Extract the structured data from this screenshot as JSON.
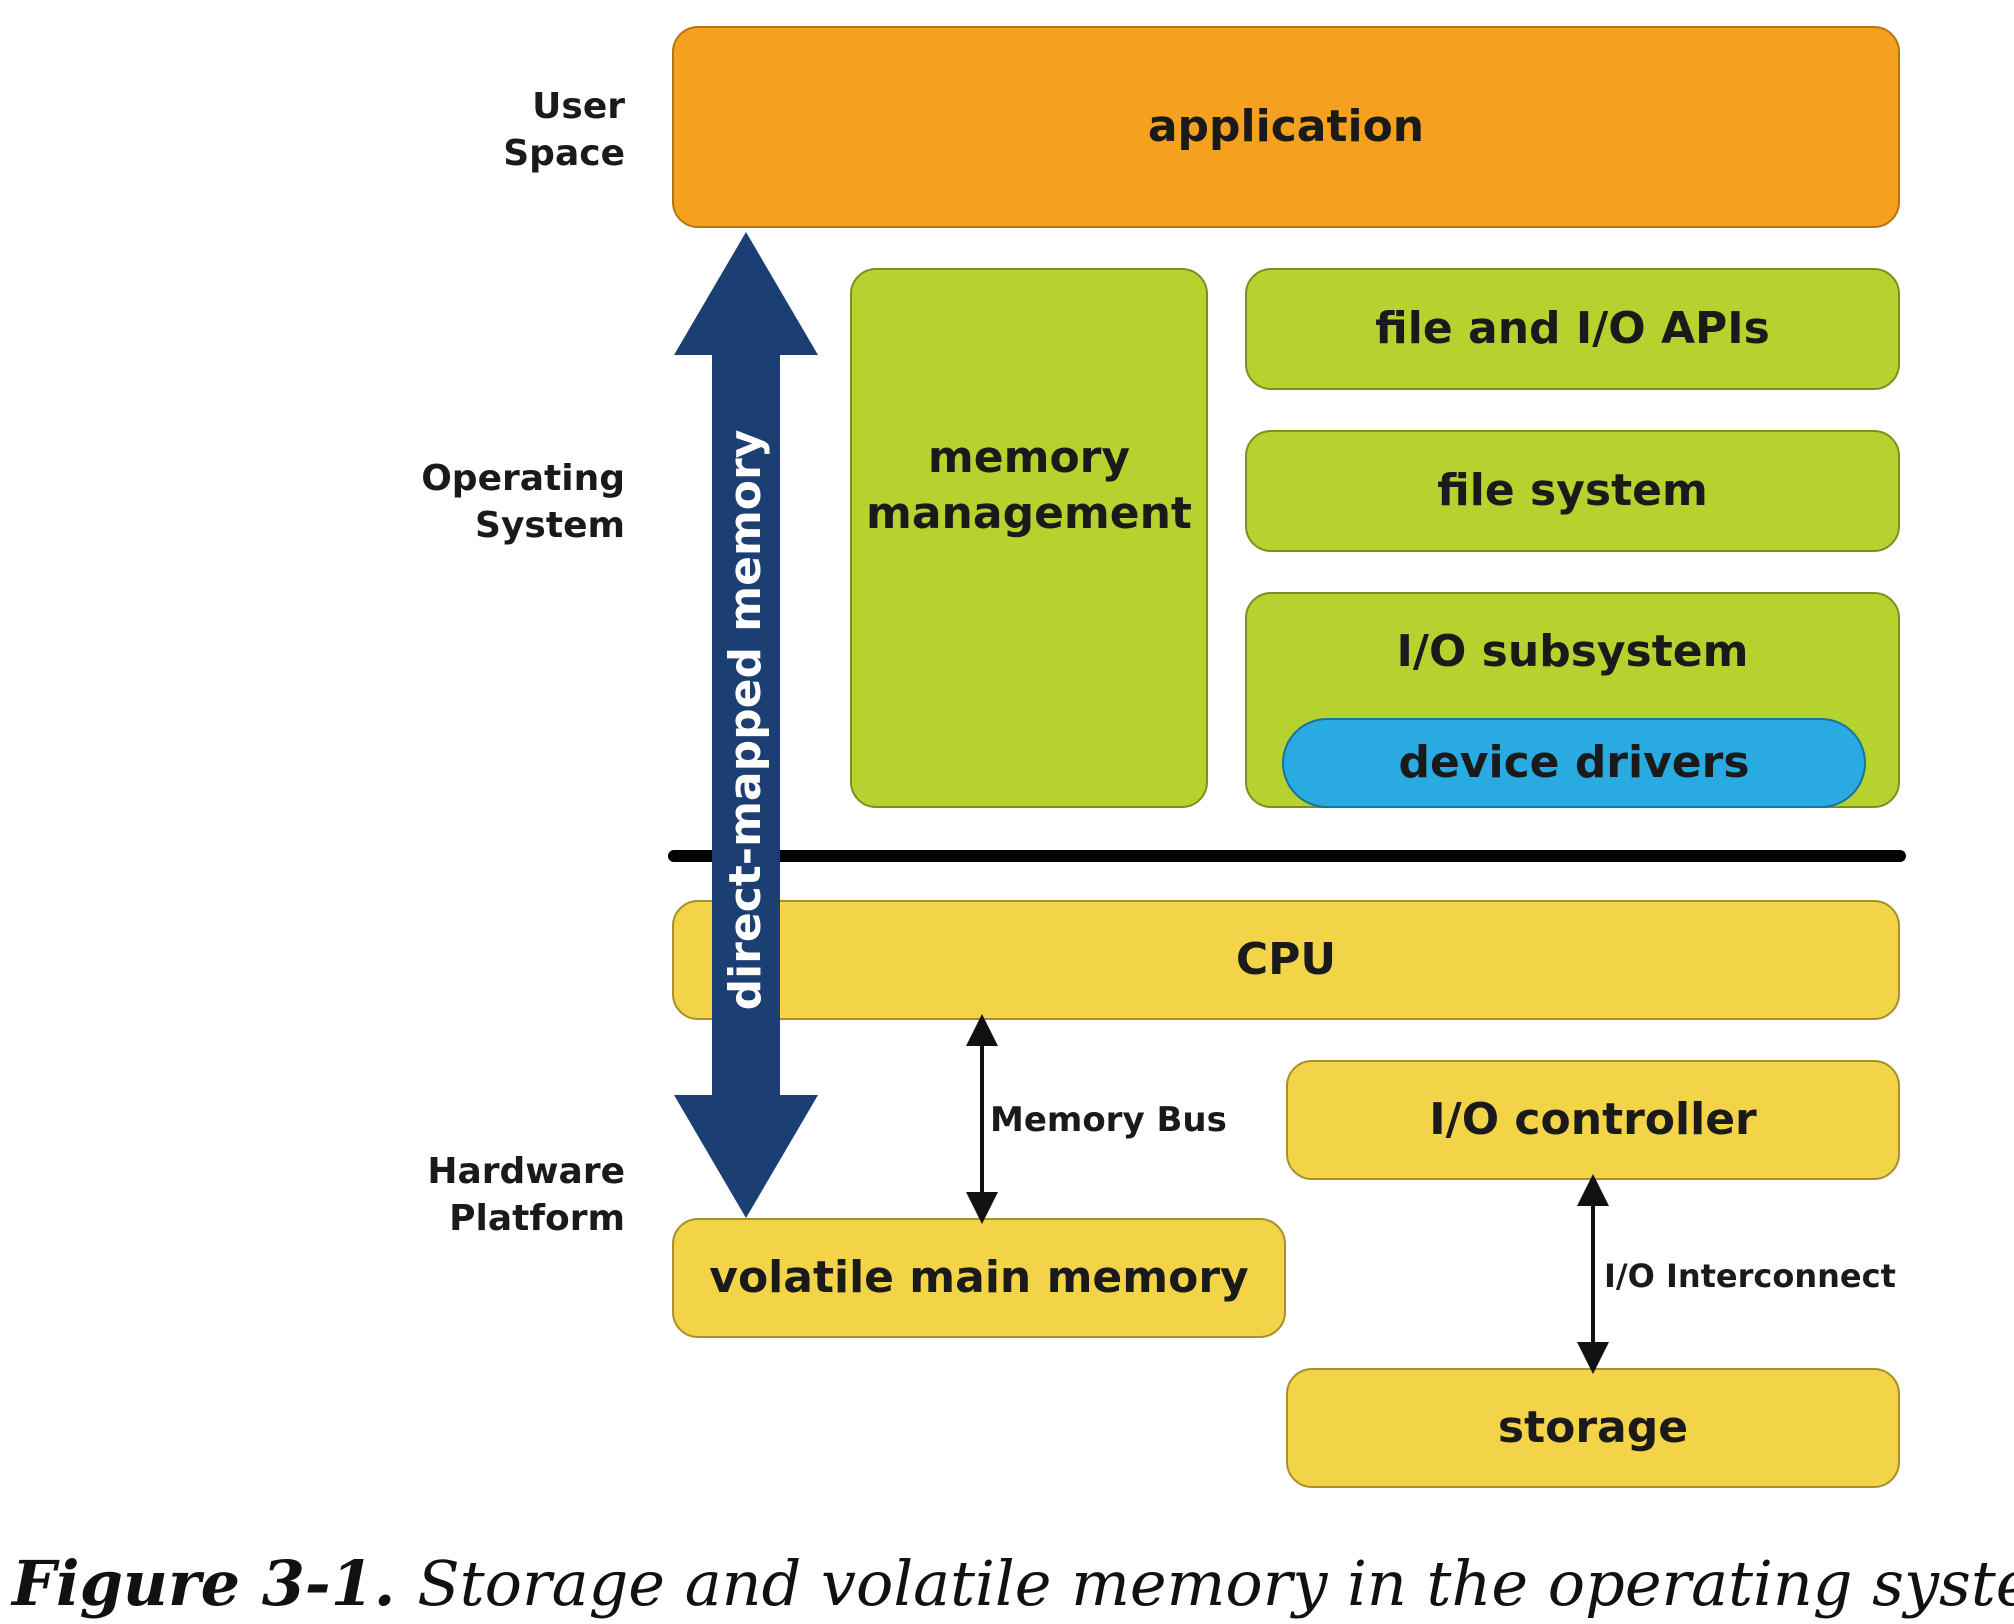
{
  "layers": {
    "user_space": "User\nSpace",
    "operating_system": "Operating\nSystem",
    "hardware_platform": "Hardware\nPlatform"
  },
  "boxes": {
    "application": "application",
    "memory_management": "memory\nmanagement",
    "file_io_apis": "file and I/O APIs",
    "file_system": "file system",
    "io_subsystem": "I/O subsystem",
    "device_drivers": "device drivers",
    "cpu": "CPU",
    "io_controller": "I/O controller",
    "volatile_main_memory": "volatile main memory",
    "storage": "storage"
  },
  "connectors": {
    "direct_mapped_memory": "direct-mapped memory",
    "memory_bus": "Memory Bus",
    "io_interconnect": "I/O Interconnect"
  },
  "caption": {
    "number": "Figure 3-1.",
    "text": "Storage and volatile memory in the operating system"
  },
  "colors": {
    "user_space": "#f5a01e",
    "operating_system": "#b6d22f",
    "hardware": "#f3d448",
    "device_drivers": "#29abe2",
    "arrow": "#1b3f73"
  }
}
